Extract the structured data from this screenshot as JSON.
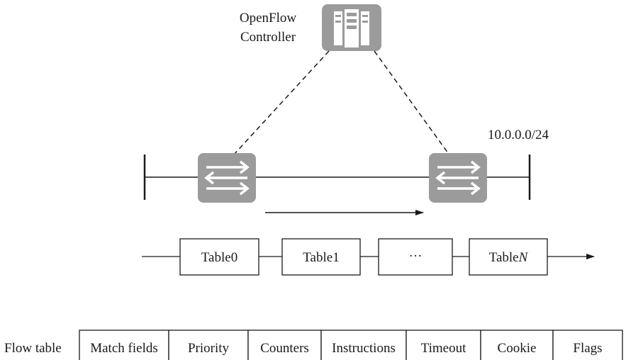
{
  "controller": {
    "label_line1": "OpenFlow",
    "label_line2": "Controller",
    "icon": "server-icon"
  },
  "switches": [
    {
      "icon": "switch-icon"
    },
    {
      "icon": "switch-icon"
    }
  ],
  "subnet_label": "10.0.0.0/24",
  "pipeline": {
    "tables": [
      {
        "label": "Table0",
        "italic_suffix": ""
      },
      {
        "label": "Table1",
        "italic_suffix": ""
      },
      {
        "label": "···",
        "italic_suffix": ""
      },
      {
        "label": "Table",
        "italic_suffix": "N"
      }
    ]
  },
  "flow_table": {
    "label": "Flow table",
    "fields": [
      "Match fields",
      "Priority",
      "Counters",
      "Instructions",
      "Timeout",
      "Cookie",
      "Flags"
    ]
  },
  "colors": {
    "device_gray": "#9b9b9b",
    "line": "#1a1a1a"
  }
}
